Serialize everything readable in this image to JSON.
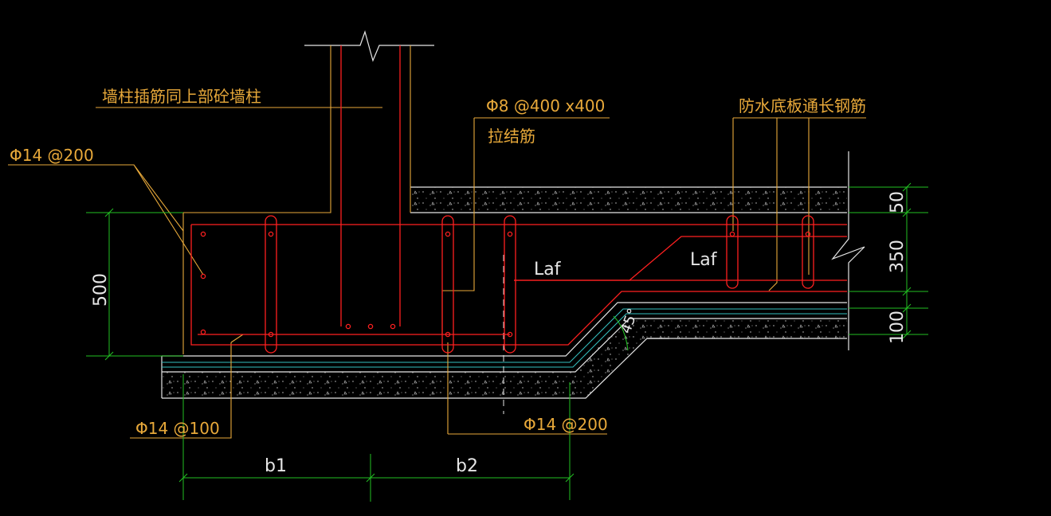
{
  "labels": {
    "wall_insert": "墙柱插筋同上部砼墙柱",
    "tie_spec": "Φ8 @400 x400",
    "tie_name": "拉结筋",
    "long_bar": "防水底板通长钢筋",
    "side_bar": "Φ14 @200",
    "bottom_bar": "Φ14 @100",
    "top_bar": "Φ14 @200",
    "laf_1": "Laf",
    "laf_2": "Laf",
    "angle": "45°"
  },
  "dimensions": {
    "height_500": "500",
    "height_50": "50",
    "height_350": "350",
    "height_100": "100",
    "width_b1": "b1",
    "width_b2": "b2"
  },
  "colors": {
    "background": "#000000",
    "rebar": "#ff2020",
    "leader": "#e8a93a",
    "dimension": "#22c022",
    "outline": "#e6e6e6",
    "cyan": "#35c0c0"
  }
}
